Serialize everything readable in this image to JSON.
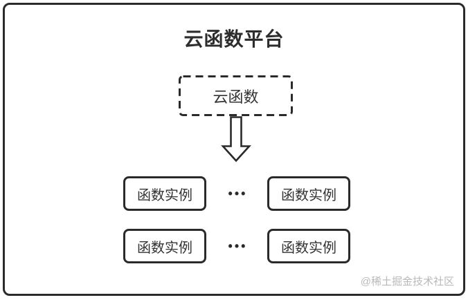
{
  "diagram": {
    "title": "云函数平台",
    "source_node": {
      "label": "云函数"
    },
    "arrow": {
      "direction": "down",
      "style": "hollow-outline"
    },
    "instances": {
      "rows": [
        {
          "left": "函数实例",
          "ellipsis": "•••",
          "right": "函数实例"
        },
        {
          "left": "函数实例",
          "ellipsis": "•••",
          "right": "函数实例"
        }
      ]
    },
    "watermark": "@稀土掘金技术社区",
    "colors": {
      "border": "#2a2a2a",
      "text": "#333333",
      "watermark_text": "#b9b9b9",
      "background": "#ffffff"
    }
  }
}
